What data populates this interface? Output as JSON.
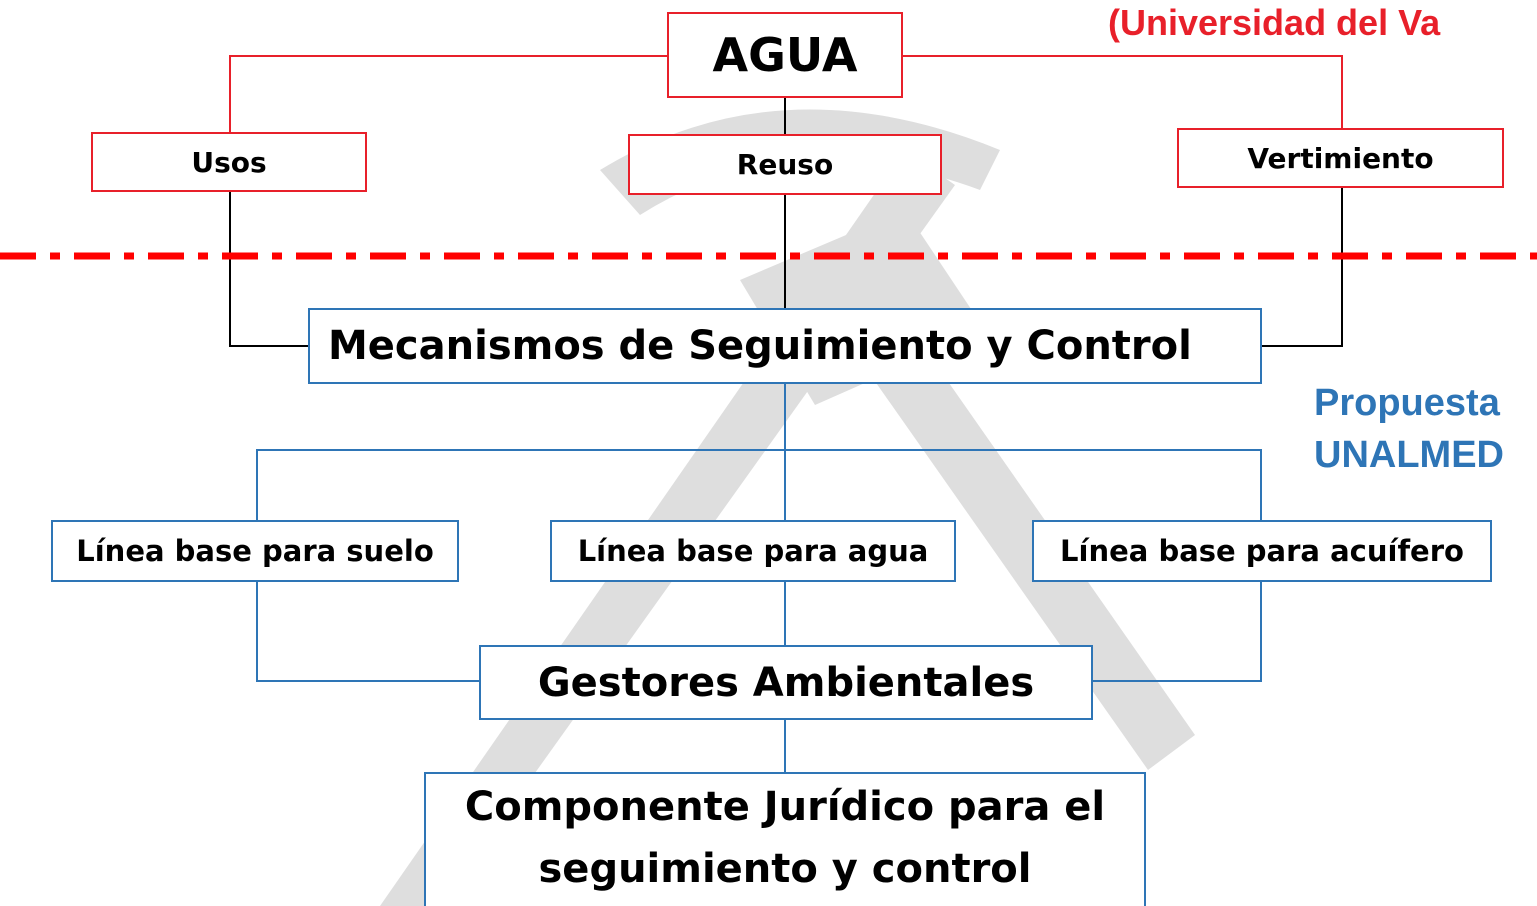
{
  "diagram": {
    "nodes": {
      "agua": "AGUA",
      "usos": "Usos",
      "reuso": "Reuso",
      "vertimiento": "Vertimiento",
      "mecanismos": "Mecanismos de Seguimiento y Control",
      "suelo": "Línea base para suelo",
      "agua_base": "Línea base para agua",
      "acuifero": "Línea base para acuífero",
      "gestores": "Gestores Ambientales",
      "componente_line1": "Componente Jurídico para el",
      "componente_line2": "seguimiento y control"
    },
    "labels": {
      "universidad": "(Universidad del Va",
      "propuesta_line1": "Propuesta",
      "propuesta_line2": "UNALMED"
    }
  },
  "colors": {
    "red_border": "#e8202a",
    "blue_border": "#2e75b6",
    "red_label": "#e8202a",
    "blue_label": "#2e75b6",
    "divider": "#ff0000",
    "connector": "#000000",
    "watermark": "#dedede"
  },
  "watermark_icon": "pickaxe-hammer-icon"
}
